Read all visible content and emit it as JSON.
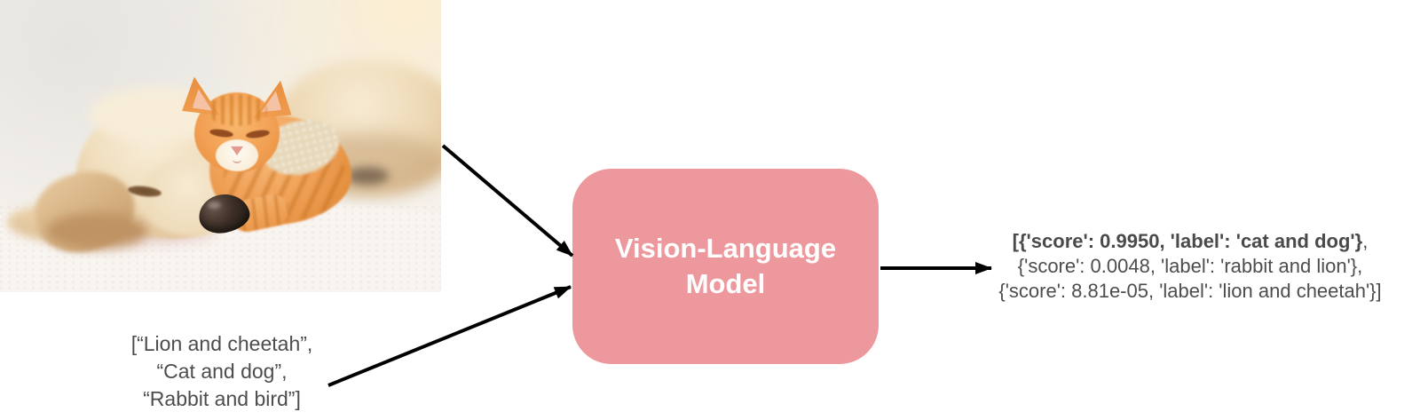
{
  "photo": {
    "subject": "sleeping cream puppy with orange tabby kitten on white blanket"
  },
  "candidate_labels": {
    "lines": [
      "[“Lion and cheetah”,",
      "“Cat and dog”,",
      "“Rabbit and bird”]"
    ]
  },
  "model_box": {
    "lines": [
      "Vision-Language",
      "Model"
    ],
    "fill_color": "#EC989C",
    "text_color": "#FFFFFF"
  },
  "output": {
    "line1_bold": "[{'score': 0.9950, 'label': 'cat and dog'}",
    "line1_tail": ",",
    "line2": "{'score': 0.0048, 'label': 'rabbit and lion'},",
    "line3": "{'score': 8.81e-05, 'label': 'lion and cheetah'}]"
  },
  "colors": {
    "arrow": "#000000",
    "diagram_text": "#4D4D4D",
    "model_fill": "#EC989C"
  }
}
